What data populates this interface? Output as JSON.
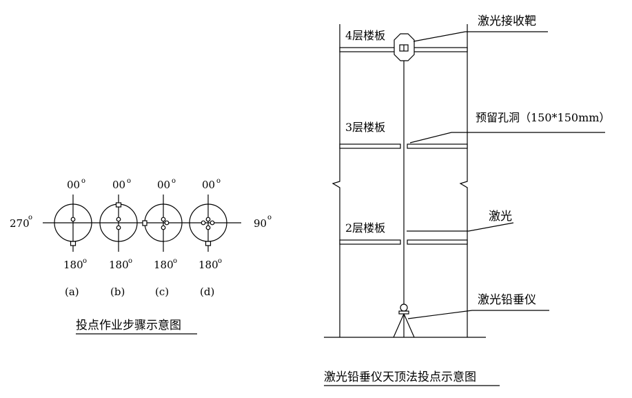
{
  "left": {
    "angles": {
      "top": "00",
      "bottom": "180",
      "left": "270",
      "right": "90",
      "degree_mark": "o"
    },
    "steps": [
      "(a)",
      "(b)",
      "(c)",
      "(d)"
    ],
    "caption": "投点作业步骤示意图"
  },
  "right": {
    "floors": {
      "f4": "4层楼板",
      "f3": "3层楼板",
      "f2": "2层楼板"
    },
    "callouts": {
      "target": "激光接收靶",
      "hole": "预留孔洞（150*150mm）",
      "laser": "激光",
      "instrument": "激光铅垂仪"
    },
    "caption": "激光铅垂仪天顶法投点示意图"
  }
}
